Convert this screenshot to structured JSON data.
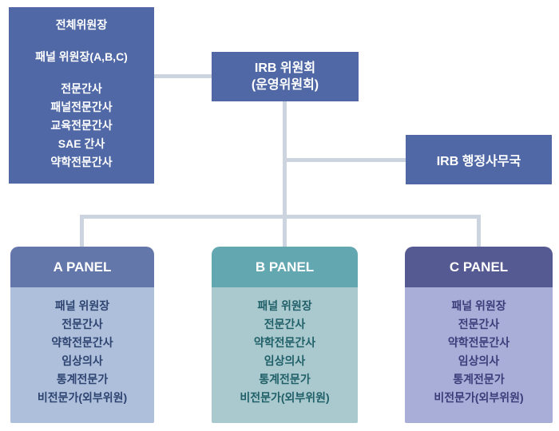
{
  "colors": {
    "background": "#FFFFFF",
    "box_blue": "#5069A6",
    "box_text": "#FFFFFF",
    "connector": "#CCD4E0"
  },
  "leadership_box": {
    "lines": [
      "전체위원장",
      "패널 위원장(A,B,C)",
      "전문간사",
      "패널전문간사",
      "교육전문간사",
      "SAE 간사",
      "약학전문간사"
    ]
  },
  "committee_box": {
    "line1": "IRB 위원회",
    "line2": "(운영위원회)"
  },
  "admin_box": {
    "label": "IRB 행정사무국"
  },
  "panels": [
    {
      "header": "A PANEL",
      "header_color": "#6377AB",
      "body_color": "#AEBFDC",
      "text_color": "#2E4470",
      "members": [
        "패널 위원장",
        "전문간사",
        "약학전문간사",
        "임상의사",
        "통계전문가",
        "비전문가(외부위원)"
      ]
    },
    {
      "header": "B PANEL",
      "header_color": "#63A7B1",
      "body_color": "#AAC9CE",
      "text_color": "#1F5F68",
      "members": [
        "패널 위원장",
        "전문간사",
        "약학전문간사",
        "임상의사",
        "통계전문가",
        "비전문가(외부위원)"
      ]
    },
    {
      "header": "C PANEL",
      "header_color": "#555A92",
      "body_color": "#A9AED8",
      "text_color": "#3A3D79",
      "members": [
        "패널 위원장",
        "전문간사",
        "약학전문간사",
        "임상의사",
        "통계전문가",
        "비전문가(외부위원)"
      ]
    }
  ]
}
